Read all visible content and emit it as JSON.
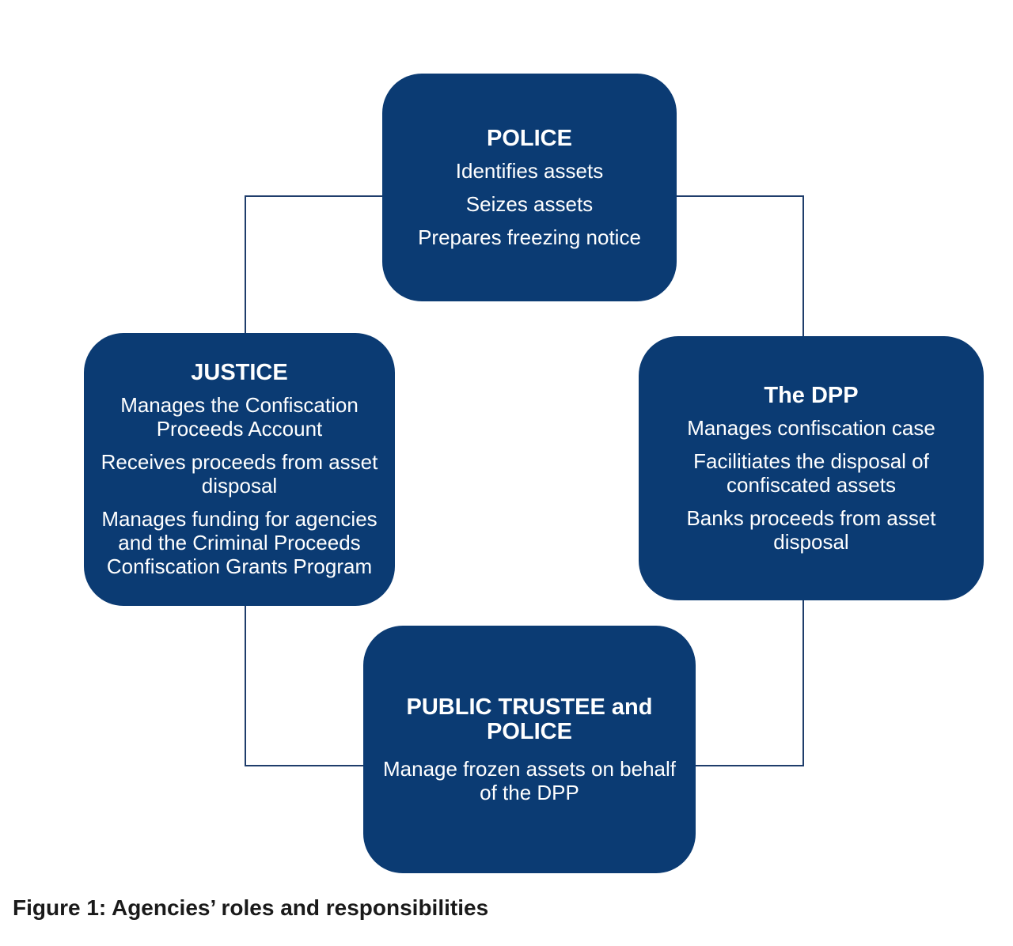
{
  "figure": {
    "caption": "Figure 1: Agencies’ roles and responsibilities"
  },
  "boxes": {
    "police": {
      "title": "POLICE",
      "items": [
        "Identifies assets",
        "Seizes assets",
        "Prepares freezing notice"
      ]
    },
    "justice": {
      "title": "JUSTICE",
      "items": [
        "Manages the Confiscation Proceeds Account",
        "Receives proceeds from asset disposal",
        "Manages funding for agencies and the Criminal Proceeds Confiscation Grants Program"
      ]
    },
    "dpp": {
      "title": "The DPP",
      "items": [
        "Manages confiscation case",
        "Facilitiates the disposal of confiscated assets",
        "Banks proceeds from asset disposal"
      ]
    },
    "trustee": {
      "title": "PUBLIC TRUSTEE and POLICE",
      "items": [
        "Manage frozen assets on behalf of the DPP"
      ]
    }
  },
  "colors": {
    "box_fill": "#0b3b73",
    "box_text": "#ffffff",
    "connector": "#1f3d6b",
    "caption_text": "#1a1a1a"
  }
}
